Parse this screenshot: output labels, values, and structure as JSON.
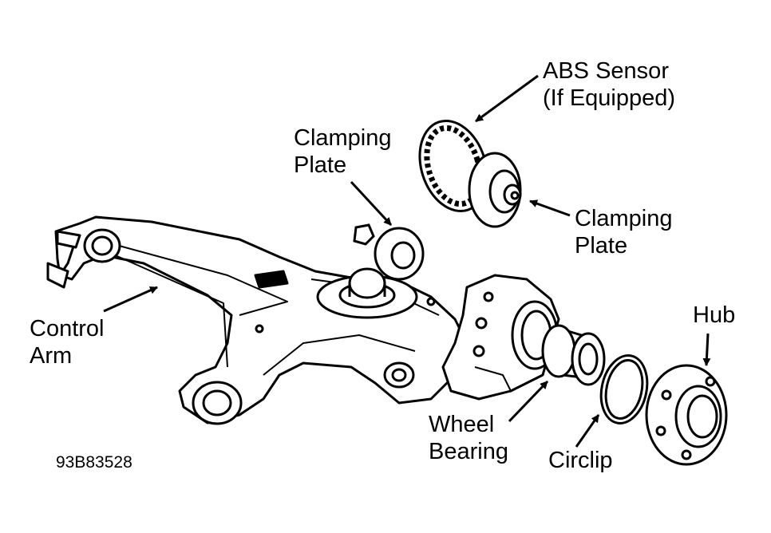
{
  "colors": {
    "ink": "#000000",
    "paper": "#ffffff"
  },
  "labels": {
    "abs_sensor": [
      "ABS Sensor",
      "(If Equipped)"
    ],
    "clamping_plate_left": [
      "Clamping",
      "Plate"
    ],
    "clamping_plate_right": [
      "Clamping",
      "Plate"
    ],
    "control_arm": [
      "Control",
      "Arm"
    ],
    "hub": "Hub",
    "wheel_bearing": [
      "Wheel",
      "Bearing"
    ],
    "circlip": "Circlip"
  },
  "figure_code": "93B83528"
}
